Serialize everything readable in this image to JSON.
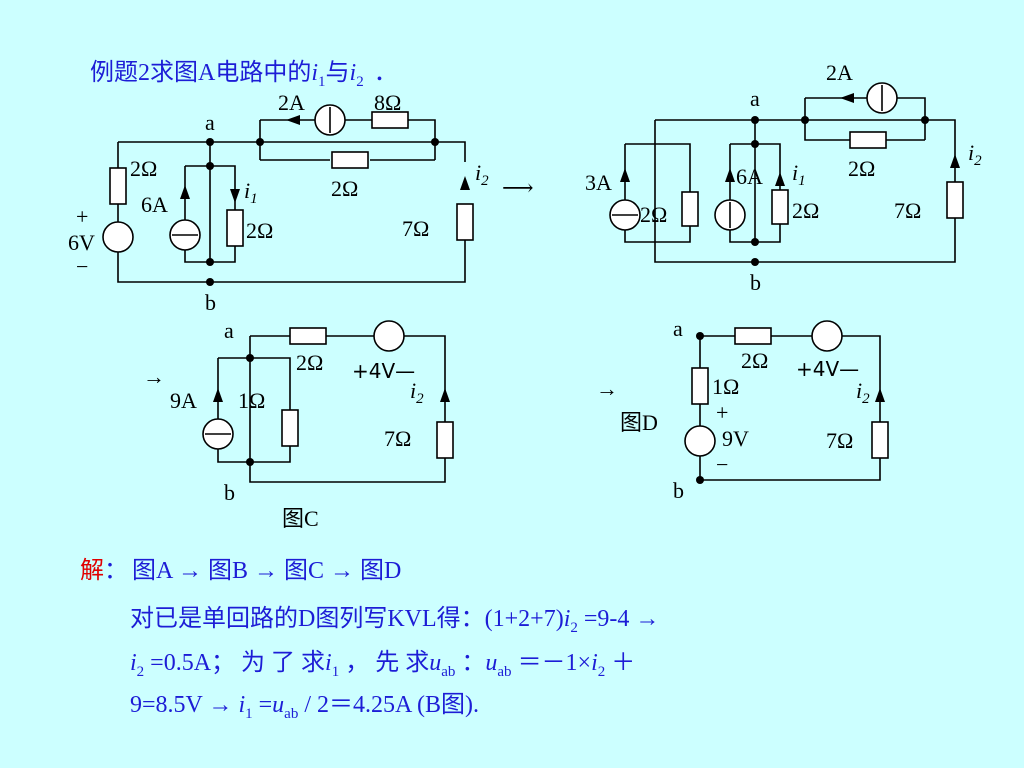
{
  "title": {
    "part1": "例题2求图A电路中的",
    "i": "i",
    "sub1": "1",
    "mid": "与",
    "sub2": "2",
    "end": "．"
  },
  "figA": {
    "src2A": "2A",
    "r8": "8Ω",
    "node_a": "a",
    "node_b": "b",
    "r2_left": "2Ω",
    "src6A": "6A",
    "i1": "i",
    "i1sub": "1",
    "r2_mid": "2Ω",
    "r2_i1": "2Ω",
    "r7": "7Ω",
    "i2": "i",
    "i2sub": "2",
    "plus": "+",
    "v6": "6V",
    "minus": "−"
  },
  "arrowAB": "⟶",
  "figB": {
    "src2A": "2A",
    "node_a": "a",
    "node_b": "b",
    "src3A": "3A",
    "r2_3a": "2Ω",
    "src6A": "6A",
    "i1": "i",
    "i1sub": "1",
    "r2_6a": "2Ω",
    "r2_top": "2Ω",
    "r7": "7Ω",
    "i2": "i",
    "i2sub": "2"
  },
  "figC": {
    "arrow": "→",
    "node_a": "a",
    "node_b": "b",
    "r2": "2Ω",
    "v4": "+4V—",
    "src9A": "9A",
    "r1": "1Ω",
    "i2": "i",
    "i2sub": "2",
    "r7": "7Ω",
    "caption": "图C"
  },
  "figD": {
    "arrow": "→",
    "node_a": "a",
    "node_b": "b",
    "r2": "2Ω",
    "v4": "+4V—",
    "r1": "1Ω",
    "i2": "i",
    "i2sub": "2",
    "caption": "图D",
    "plus": "+",
    "v9": "9V",
    "minus": "−",
    "r7": "7Ω"
  },
  "solution": {
    "label": "解",
    "colon": "：",
    "seq": "图A → 图B → 图C → 图D",
    "line1_a": "对已是单回路的D图列写KVL得：(1+2+7)",
    "line1_i": "i",
    "line1_sub": "2",
    "line1_b": " =9-4  →",
    "line2_i": "i",
    "line2_sub": "2",
    "line2_a": " =0.5A；   为 了 求",
    "line2_i1": "i",
    "line2_sub1": "1",
    "line2_b": " ， 先 求",
    "line2_u": "u",
    "line2_usub": "ab",
    "line2_c": " ：",
    "line2_u2": "u",
    "line2_usub2": "ab",
    "line2_d": " ＝－1×",
    "line2_i2": "i",
    "line2_sub3": "2",
    "line2_e": " ＋",
    "line3_a": "9=8.5V    → ",
    "line3_i": "i",
    "line3_sub": "1",
    "line3_b": " =",
    "line3_u": "u",
    "line3_usub": "ab",
    "line3_c": " / 2＝4.25A (B图)."
  }
}
